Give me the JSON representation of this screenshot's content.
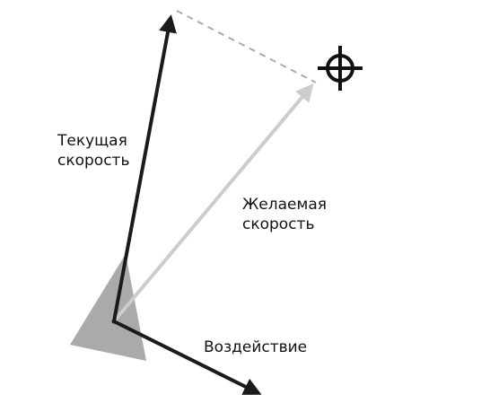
{
  "labels": {
    "current_velocity": {
      "line1": "Текущая",
      "line2": "скорость"
    },
    "desired_velocity": {
      "line1": "Желаемая",
      "line2": "скорость"
    },
    "steering": "Воздействие"
  },
  "colors": {
    "current_velocity_arrow": "#1a1a1a",
    "desired_velocity_arrow": "#cccccc",
    "steering_arrow": "#1a1a1a",
    "dashed_line": "#aaaaaa",
    "vehicle": "#aaaaaa",
    "target": "#111111",
    "text": "#111111"
  },
  "icons": {
    "target": "crosshair-target-icon",
    "vehicle": "triangle-vehicle-icon"
  }
}
